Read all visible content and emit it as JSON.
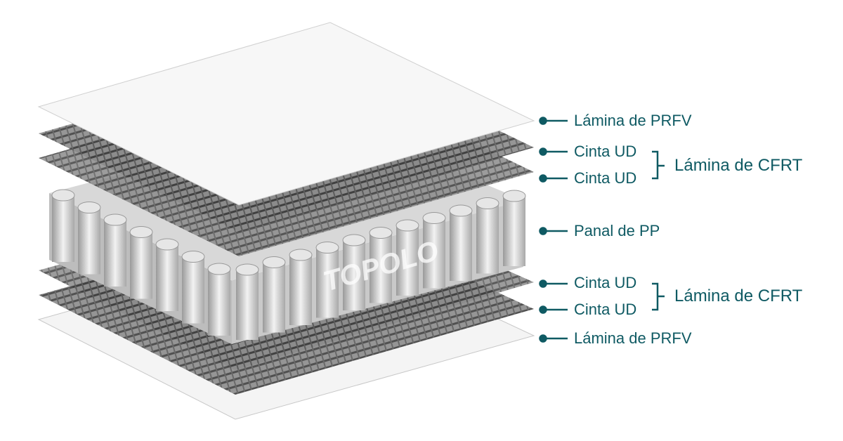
{
  "watermark": "TOPOLO",
  "accent_color": "#0f5a63",
  "labels": {
    "top_prfv": "Lámina de PRFV",
    "top_ud1": "Cinta UD",
    "top_ud2": "Cinta UD",
    "top_cfrt": "Lámina de CFRT",
    "honeycomb": "Panal de PP",
    "bottom_ud1": "Cinta UD",
    "bottom_ud2": "Cinta UD",
    "bottom_cfrt": "Lámina de CFRT",
    "bottom_prfv": "Lámina de PRFV"
  }
}
